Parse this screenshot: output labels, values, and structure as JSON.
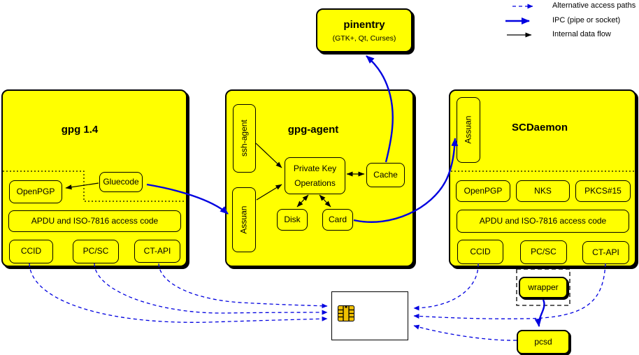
{
  "colors": {
    "box_yellow": "#ffff00",
    "line_blue": "#0000e0",
    "line_black": "#000000",
    "chip_gold": "#f0c000"
  },
  "legend": {
    "alt_paths": "Alternative access paths",
    "ipc": "IPC (pipe or socket)",
    "internal": "Internal data flow"
  },
  "pinentry": {
    "title": "pinentry",
    "subtitle": "(GTK+, Qt, Curses)"
  },
  "gpg14": {
    "title": "gpg 1.4",
    "openpgp": "OpenPGP",
    "gluecode": "Gluecode",
    "apdu": "APDU and ISO-7816 access code",
    "ccid": "CCID",
    "pcsc": "PC/SC",
    "ctapi": "CT-API"
  },
  "agent": {
    "title": "gpg-agent",
    "ssh_agent": "ssh-agent",
    "assuan": "Assuan",
    "pko_line1": "Private Key",
    "pko_line2": "Operations",
    "cache": "Cache",
    "disk": "Disk",
    "card": "Card"
  },
  "scd": {
    "title": "SCDaemon",
    "assuan": "Assuan",
    "openpgp": "OpenPGP",
    "nks": "NKS",
    "pkcs15": "PKCS#15",
    "apdu": "APDU and ISO-7816 access code",
    "ccid": "CCID",
    "pcsc": "PC/SC",
    "ctapi": "CT-API"
  },
  "external": {
    "wrapper": "wrapper",
    "pcsd": "pcsd"
  }
}
